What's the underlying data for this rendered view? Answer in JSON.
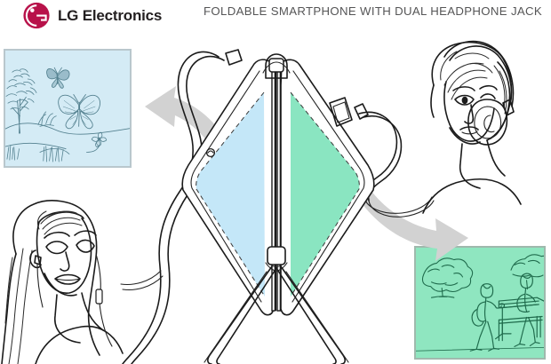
{
  "header": {
    "brand_name": "LG Electronics",
    "brand_icon": "lg-logo-icon",
    "brand_color": "#b8124a",
    "title": "FOLDABLE SMARTPHONE WITH DUAL HEADPHONE JACK",
    "title_color": "#555556"
  },
  "background_color": "#ffffff",
  "panels": [
    {
      "id": "nature-scene",
      "name": "Nature scene with butterflies",
      "position": "top-left",
      "fill_color": "#d4ebf5",
      "border_color": "#b9c7cd",
      "line_color": "#53808f",
      "contents": [
        "tree",
        "butterfly-large",
        "butterfly-small",
        "flower",
        "grass",
        "hill"
      ]
    },
    {
      "id": "park-scene",
      "name": "Park scene with people",
      "position": "bottom-right",
      "fill_color": "#8fe6c0",
      "border_color": "#9fb9ad",
      "line_color": "#1f6b4c",
      "contents": [
        "tree",
        "walking-person-with-backpack",
        "person-on-bench",
        "bench",
        "bush"
      ]
    }
  ],
  "device": {
    "name": "foldable-smartphone",
    "form": "V-shaped tent fold, dual hinged panels",
    "left_screen_color": "#c4e7f8",
    "right_screen_color": "#8ae5c1",
    "outline_color": "#1b1b1b",
    "body_color": "#ffffff",
    "ports": [
      "left-headphone-jack",
      "right-headphone-jack"
    ],
    "hinges": [
      "top-hinge",
      "bottom-hinge"
    ]
  },
  "figures": [
    {
      "id": "woman-earbuds",
      "name": "Woman with long hair wearing earbuds",
      "position": "bottom-left",
      "style": "black-and-white line art",
      "accessory": "wired-earbuds"
    },
    {
      "id": "person-headphones",
      "name": "Person with short hair wearing over-ear headphones",
      "position": "top-right",
      "style": "black-and-white line art",
      "accessory": "over-ear-headphones"
    }
  ],
  "arrows": [
    {
      "id": "arrow-left",
      "name": "Curved arrow from device to nature scene",
      "direction": "left",
      "color": "#d2d2d2"
    },
    {
      "id": "arrow-right",
      "name": "Curved arrow from device to park scene",
      "direction": "right-down",
      "color": "#d2d2d2"
    }
  ],
  "cables": [
    {
      "id": "cable-left",
      "name": "Headphone cable from left jack to woman with earbuds"
    },
    {
      "id": "cable-right",
      "name": "Headphone cable from right jack to person with headphones"
    }
  ]
}
